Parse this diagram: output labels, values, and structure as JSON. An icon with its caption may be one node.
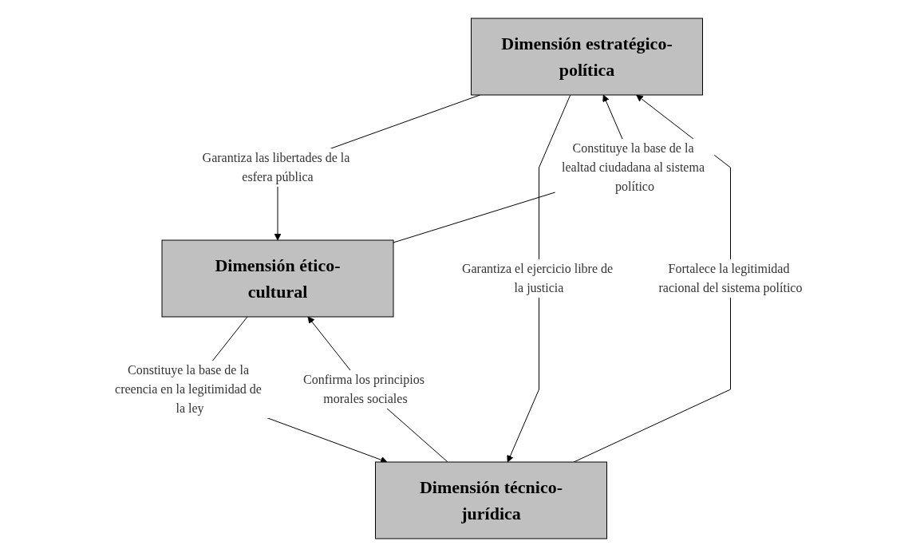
{
  "diagram": {
    "nodes": [
      {
        "text": [
          "Dimensión estratégico-política"
        ]
      },
      {
        "text": [
          "Dimensión ético-cultural"
        ]
      },
      {
        "text": [
          "Dimensión técnico-jurídica"
        ]
      }
    ],
    "edges": [
      {
        "from": 1,
        "to": 0,
        "arrow": "to",
        "label": "Constituye la base de la lealtad ciudadana al sistema político"
      },
      {
        "from": 0,
        "to": 1,
        "arrow": "to",
        "label": "Garantiza las libertades de la esfera pública"
      },
      {
        "from": 1,
        "to": 2,
        "arrow": "to",
        "label": "Constituye la base de la creencia en la legitimidad de la ley"
      },
      {
        "from": 0,
        "to": 2,
        "arrow": "to",
        "label": "Garantiza el ejercicio libre de la justicia"
      },
      {
        "from": 2,
        "to": 0,
        "arrow": "to",
        "label": "Fortalece la legitimidad racional del sistema político"
      },
      {
        "from": 2,
        "to": 1,
        "arrow": "to",
        "label": "Confirma los principios morales sociales"
      }
    ]
  }
}
